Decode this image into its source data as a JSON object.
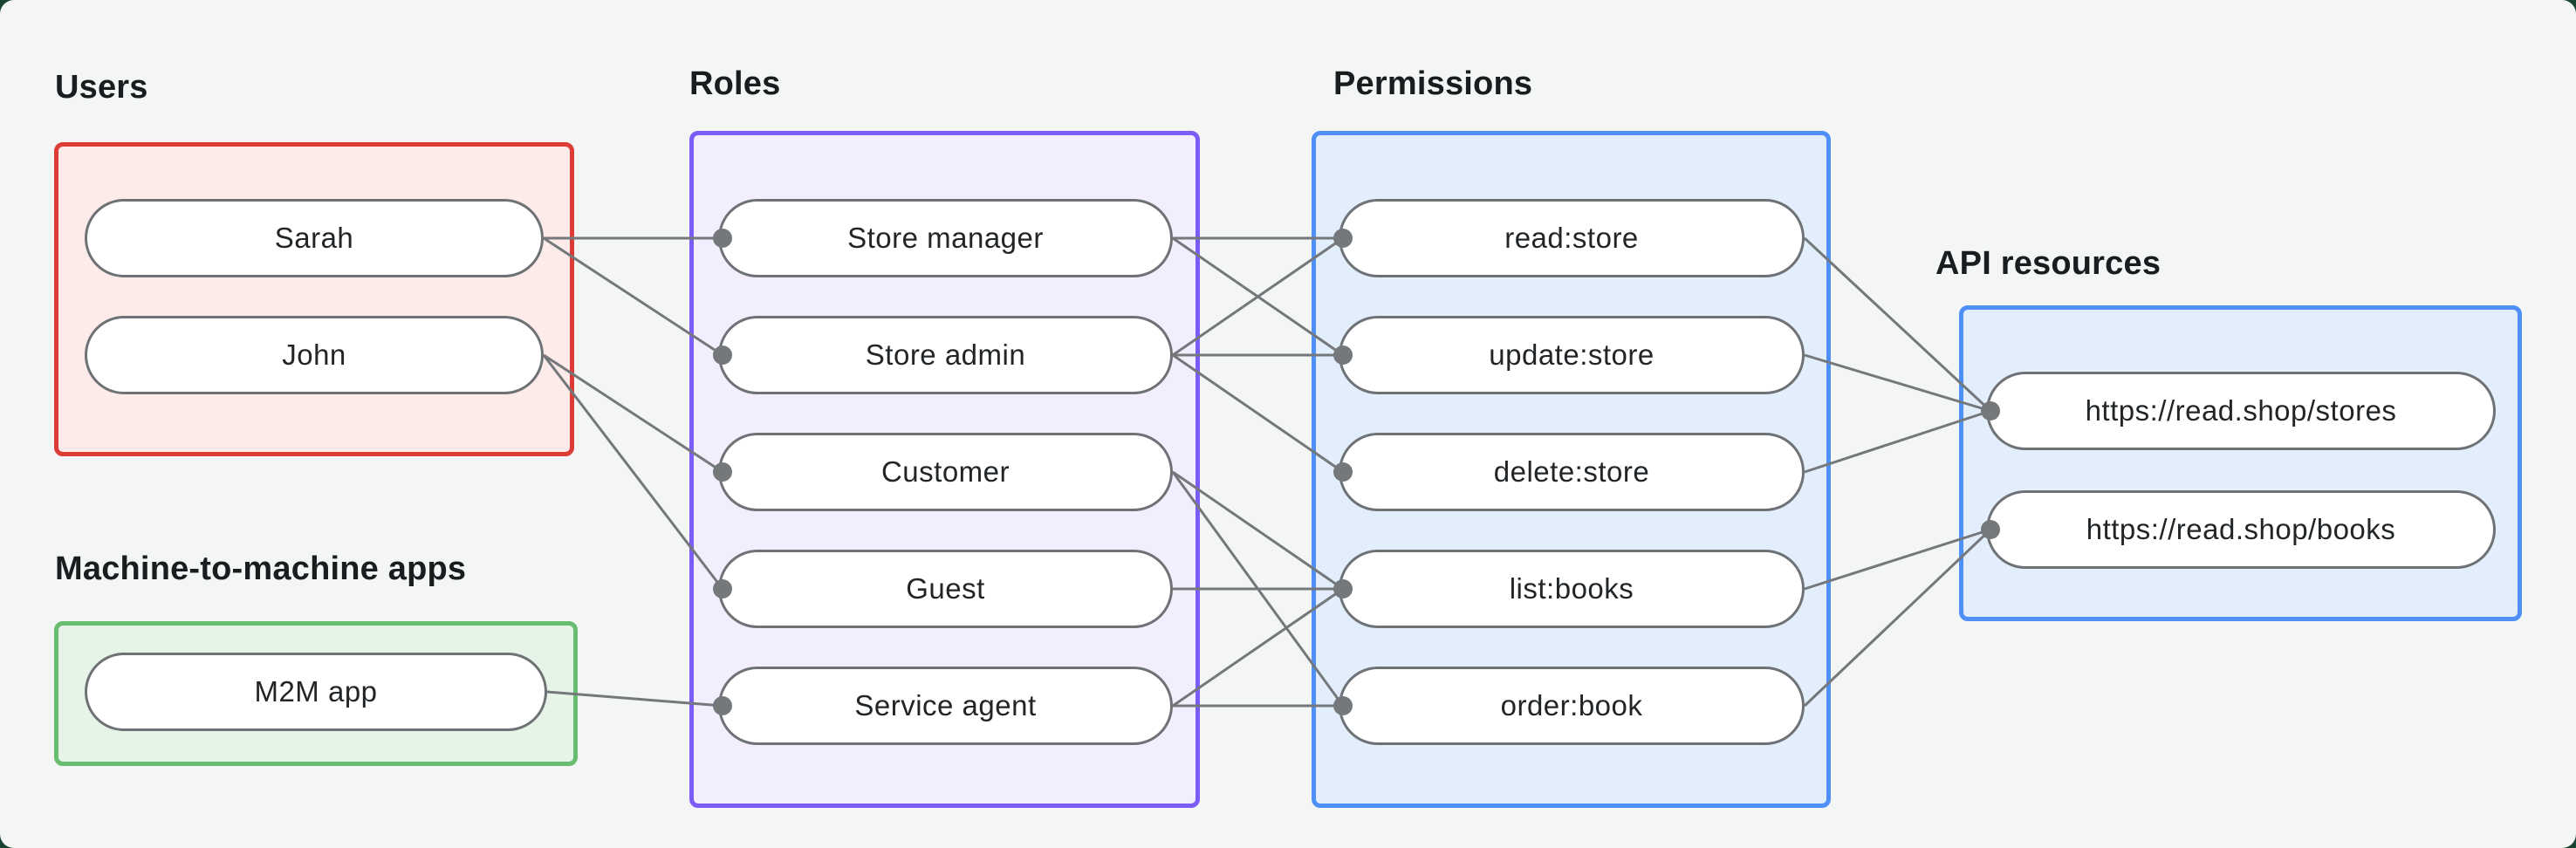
{
  "canvas": {
    "background": "#f4f6f5",
    "outer_background": "#17432f"
  },
  "groups": [
    {
      "id": "users",
      "label": "Users",
      "border_color": "#dd3b36",
      "fill_color": "#fcebe9",
      "nodes": [
        {
          "id": "sarah",
          "label": "Sarah"
        },
        {
          "id": "john",
          "label": "John"
        }
      ]
    },
    {
      "id": "m2m",
      "label": "Machine-to-machine apps",
      "border_color": "#69bd70",
      "fill_color": "#e6f4e7",
      "nodes": [
        {
          "id": "m2m-app",
          "label": "M2M app"
        }
      ]
    },
    {
      "id": "roles",
      "label": "Roles",
      "border_color": "#7c5cf6",
      "fill_color": "#f3eefe",
      "nodes": [
        {
          "id": "store-manager",
          "label": "Store manager"
        },
        {
          "id": "store-admin",
          "label": "Store admin"
        },
        {
          "id": "customer",
          "label": "Customer"
        },
        {
          "id": "guest",
          "label": "Guest"
        },
        {
          "id": "service-agent",
          "label": "Service agent"
        }
      ]
    },
    {
      "id": "permissions",
      "label": "Permissions",
      "border_color": "#4e90f6",
      "fill_color": "#e2eefc",
      "nodes": [
        {
          "id": "read-store",
          "label": "read:store"
        },
        {
          "id": "update-store",
          "label": "update:store"
        },
        {
          "id": "delete-store",
          "label": "delete:store"
        },
        {
          "id": "list-books",
          "label": "list:books"
        },
        {
          "id": "order-book",
          "label": "order:book"
        }
      ]
    },
    {
      "id": "api",
      "label": "API resources",
      "border_color": "#4e90f6",
      "fill_color": "#e2eefc",
      "nodes": [
        {
          "id": "stores",
          "label": "https://read.shop/stores"
        },
        {
          "id": "books",
          "label": "https://read.shop/books"
        }
      ]
    }
  ],
  "edges": [
    [
      "sarah",
      "store-manager"
    ],
    [
      "sarah",
      "store-admin"
    ],
    [
      "john",
      "customer"
    ],
    [
      "john",
      "guest"
    ],
    [
      "m2m-app",
      "service-agent"
    ],
    [
      "store-manager",
      "read-store"
    ],
    [
      "store-manager",
      "update-store"
    ],
    [
      "store-admin",
      "read-store"
    ],
    [
      "store-admin",
      "update-store"
    ],
    [
      "store-admin",
      "delete-store"
    ],
    [
      "customer",
      "list-books"
    ],
    [
      "customer",
      "order-book"
    ],
    [
      "guest",
      "list-books"
    ],
    [
      "service-agent",
      "list-books"
    ],
    [
      "service-agent",
      "order-book"
    ],
    [
      "read-store",
      "stores"
    ],
    [
      "update-store",
      "stores"
    ],
    [
      "delete-store",
      "stores"
    ],
    [
      "list-books",
      "books"
    ],
    [
      "order-book",
      "books"
    ]
  ],
  "edge_style": {
    "line_color": "#74787b",
    "dot_color": "#74787b",
    "pill_border_color": "#6e7275"
  }
}
